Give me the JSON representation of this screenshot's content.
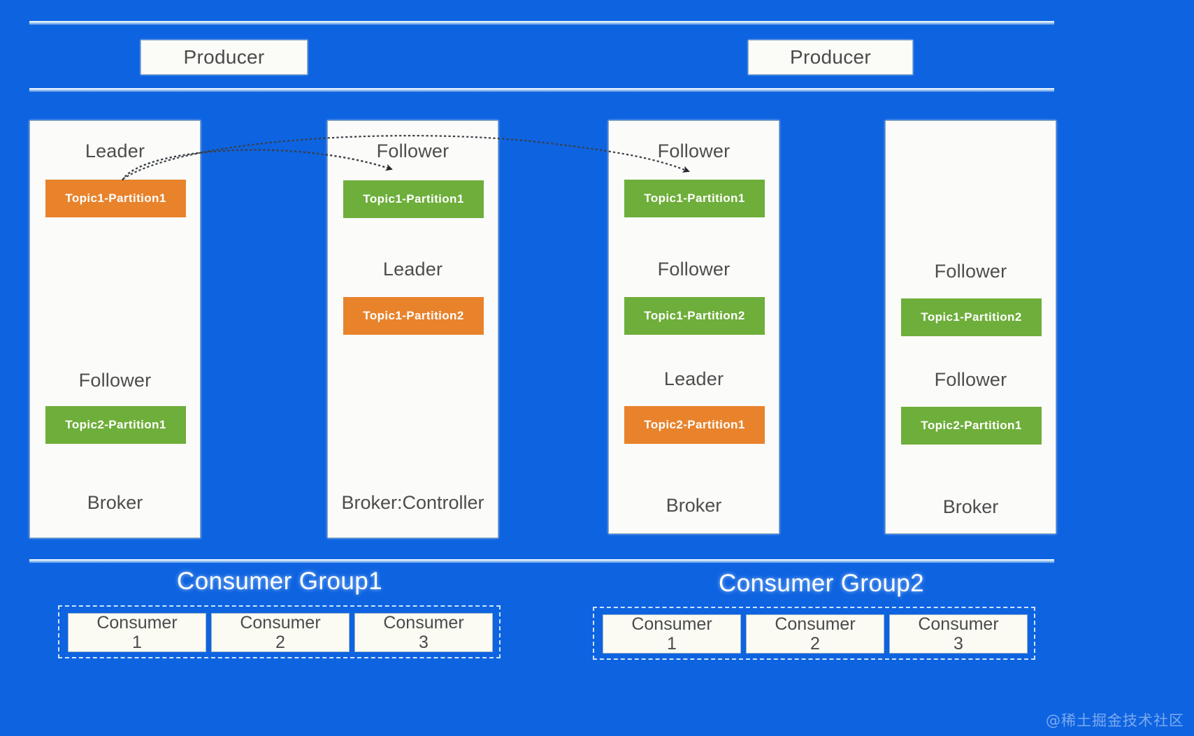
{
  "background_color": "#0e63e0",
  "palette": {
    "leader_color": "#e8832c",
    "follower_color": "#6eae3a",
    "box_fill": "#fbfbf7",
    "text_color": "#4d4d4d",
    "rule_color": "#ffffff"
  },
  "producers": [
    {
      "label": "Producer"
    },
    {
      "label": "Producer"
    }
  ],
  "brokers": [
    {
      "footer": "Broker",
      "entries": [
        {
          "role": "Leader",
          "partition": "Topic1-Partition1",
          "state": "leader"
        },
        {
          "role": "Follower",
          "partition": "Topic2-Partition1",
          "state": "follower"
        }
      ]
    },
    {
      "footer": "Broker:Controller",
      "entries": [
        {
          "role": "Follower",
          "partition": "Topic1-Partition1",
          "state": "follower"
        },
        {
          "role": "Leader",
          "partition": "Topic1-Partition2",
          "state": "leader"
        }
      ]
    },
    {
      "footer": "Broker",
      "entries": [
        {
          "role": "Follower",
          "partition": "Topic1-Partition1",
          "state": "follower"
        },
        {
          "role": "Follower",
          "partition": "Topic1-Partition2",
          "state": "follower"
        },
        {
          "role": "Leader",
          "partition": "Topic2-Partition1",
          "state": "leader"
        }
      ]
    },
    {
      "footer": "Broker",
      "entries": [
        {
          "role": "Follower",
          "partition": "Topic1-Partition2",
          "state": "follower"
        },
        {
          "role": "Follower",
          "partition": "Topic2-Partition1",
          "state": "follower"
        }
      ]
    }
  ],
  "consumer_groups": [
    {
      "title": "Consumer Group1",
      "consumers": [
        {
          "name": "Consumer",
          "index": "1"
        },
        {
          "name": "Consumer",
          "index": "2"
        },
        {
          "name": "Consumer",
          "index": "3"
        }
      ]
    },
    {
      "title": "Consumer Group2",
      "consumers": [
        {
          "name": "Consumer",
          "index": "1"
        },
        {
          "name": "Consumer",
          "index": "2"
        },
        {
          "name": "Consumer",
          "index": "3"
        }
      ]
    }
  ],
  "replication_arrows": [
    {
      "from": "broker1-topic1-partition1",
      "to": "broker2-topic1-partition1"
    },
    {
      "from": "broker1-topic1-partition1",
      "to": "broker3-topic1-partition1"
    }
  ],
  "watermark": "@稀土掘金技术社区"
}
